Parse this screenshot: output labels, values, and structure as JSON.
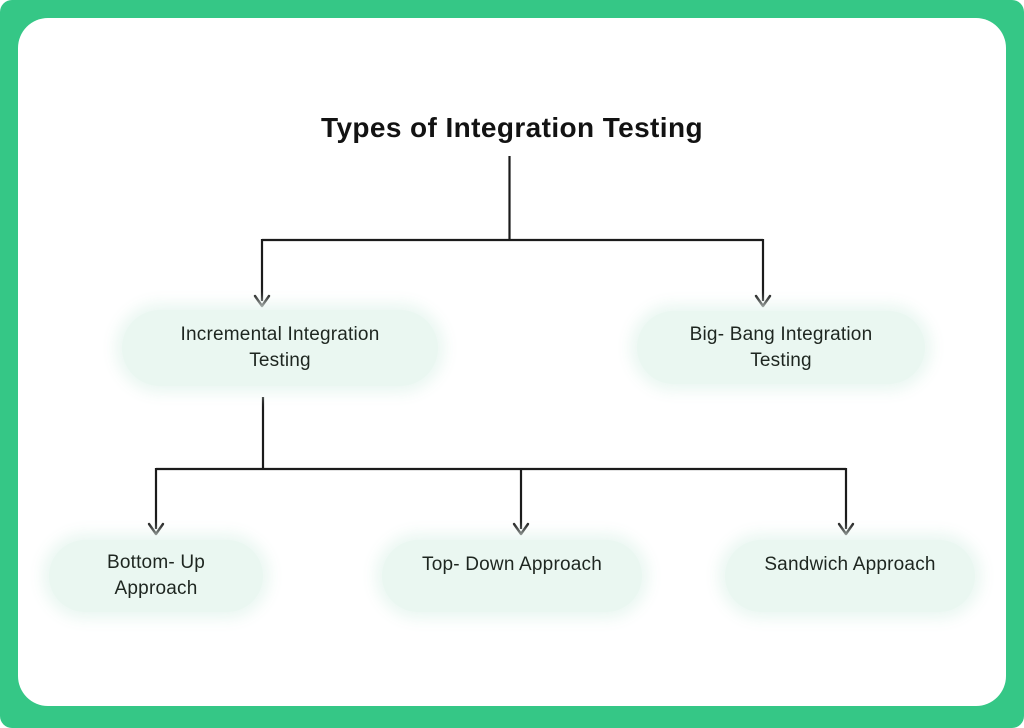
{
  "diagram": {
    "title": "Types of Integration Testing",
    "nodes": [
      {
        "id": "incremental-integration-testing",
        "label": "Incremental Integration\nTesting"
      },
      {
        "id": "big-bang-integration-testing",
        "label": "Big- Bang Integration\nTesting"
      },
      {
        "id": "bottom-up-approach",
        "label": "Bottom- Up\nApproach"
      },
      {
        "id": "top-down-approach",
        "label": "Top- Down Approach"
      },
      {
        "id": "sandwich-approach",
        "label": "Sandwich Approach"
      }
    ],
    "edges": [
      {
        "from": "title",
        "to": "incremental-integration-testing"
      },
      {
        "from": "title",
        "to": "big-bang-integration-testing"
      },
      {
        "from": "incremental-integration-testing",
        "to": "bottom-up-approach"
      },
      {
        "from": "incremental-integration-testing",
        "to": "top-down-approach"
      },
      {
        "from": "incremental-integration-testing",
        "to": "sandwich-approach"
      }
    ]
  },
  "colors": {
    "frame-green": "#35c786",
    "card-white": "#ffffff",
    "pill-mint": "#eaf7f1",
    "line-dark": "#1b1b1b",
    "title-dark": "#121212",
    "label-dark": "#1e2620"
  }
}
